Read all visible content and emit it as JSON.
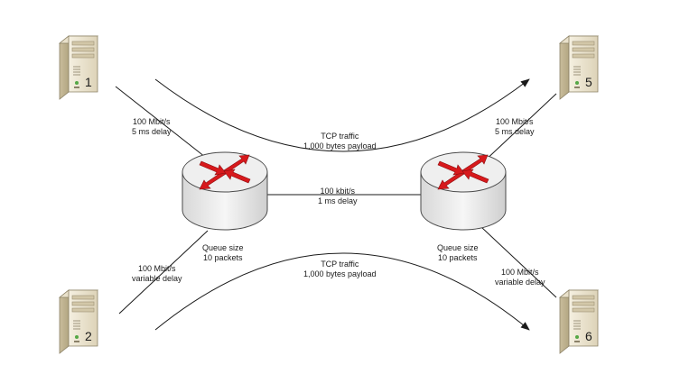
{
  "servers": [
    {
      "id": "1",
      "label": "1"
    },
    {
      "id": "2",
      "label": "2"
    },
    {
      "id": "5",
      "label": "5"
    },
    {
      "id": "6",
      "label": "6"
    }
  ],
  "routers": [
    {
      "id": "left",
      "queue_line1": "Queue size",
      "queue_line2": "10 packets"
    },
    {
      "id": "right",
      "queue_line1": "Queue size",
      "queue_line2": "10 packets"
    }
  ],
  "links": {
    "s1_router": {
      "line1": "100 Mbit/s",
      "line2": "5 ms delay"
    },
    "s2_router": {
      "line1": "100 Mbit/s",
      "line2": "variable delay"
    },
    "router_router": {
      "line1": "100 kbit/s",
      "line2": "1 ms delay"
    },
    "router_s5": {
      "line1": "100 Mbit/s",
      "line2": "5 ms delay"
    },
    "router_s6": {
      "line1": "100 Mbit/s",
      "line2": "variable delay"
    }
  },
  "flows": {
    "top": {
      "line1": "TCP traffic",
      "line2": "1,000 bytes payload"
    },
    "bottom": {
      "line1": "TCP traffic",
      "line2": "1,000 bytes payload"
    }
  },
  "colors": {
    "arrow_red": "#d7191c",
    "router_fill": "#e6e6e6",
    "server_fill": "#efe8d6",
    "line": "#1a1a1a"
  }
}
